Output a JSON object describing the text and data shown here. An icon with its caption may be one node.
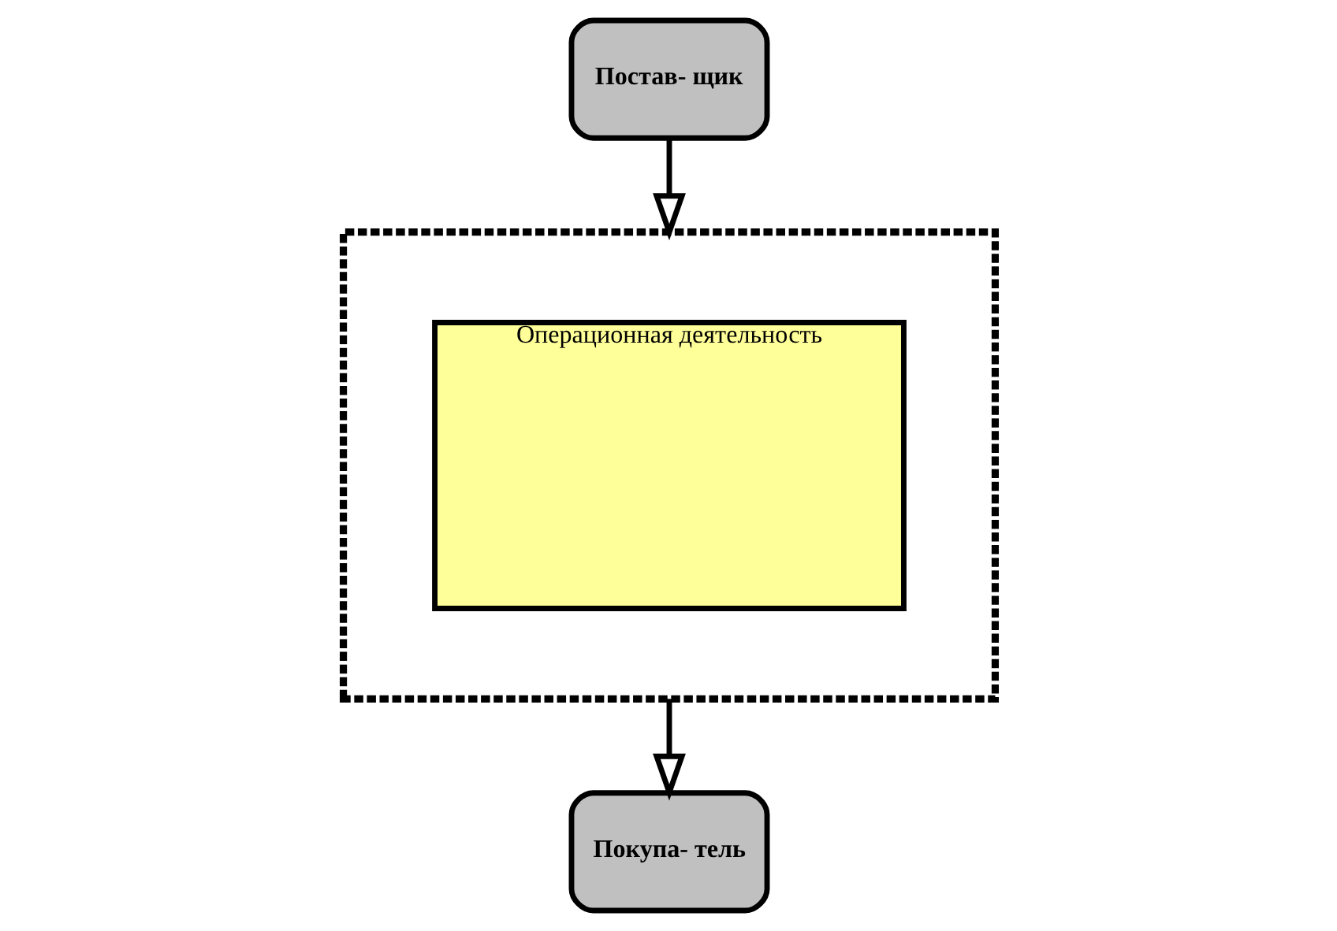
{
  "diagram": {
    "nodes": [
      {
        "text": [
          "Постав- щик"
        ]
      },
      {
        "text": [],
        "shape": "box"
      },
      {
        "text": [
          "Операционная деятельность"
        ],
        "in": 1
      },
      {
        "text": [
          "Покупа- тель"
        ]
      }
    ],
    "edges": [
      {
        "from": 0,
        "to": 1,
        "arrow": "to"
      },
      {
        "from": 1,
        "to": 3,
        "arrow": "to"
      }
    ]
  }
}
